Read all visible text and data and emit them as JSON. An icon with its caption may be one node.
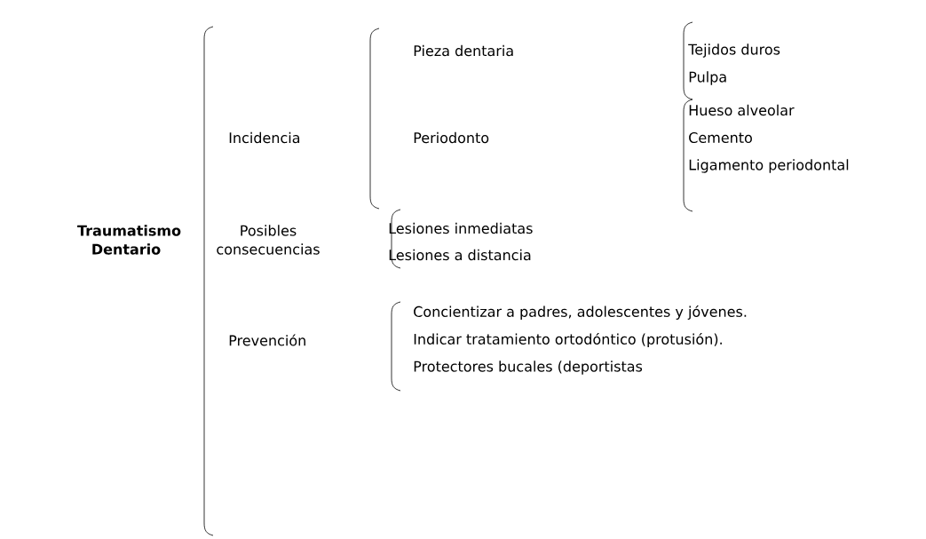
{
  "diagram": {
    "labels": [
      "Traumatismo Dentario",
      "Incidencia",
      "Pieza dentaria",
      "Tejidos duros",
      "Pulpa",
      "Periodonto",
      "Hueso alveolar",
      "Cemento",
      "Ligamento periodontal",
      "Posibles consecuencias",
      "Lesiones inmediatas",
      "Lesiones a distancia",
      "Prevención",
      "Concientizar a padres, adolescentes y jóvenes.",
      "Indicar tratamiento ortodóntico (protusión).",
      "Protectores bucales (deportistas"
    ]
  }
}
